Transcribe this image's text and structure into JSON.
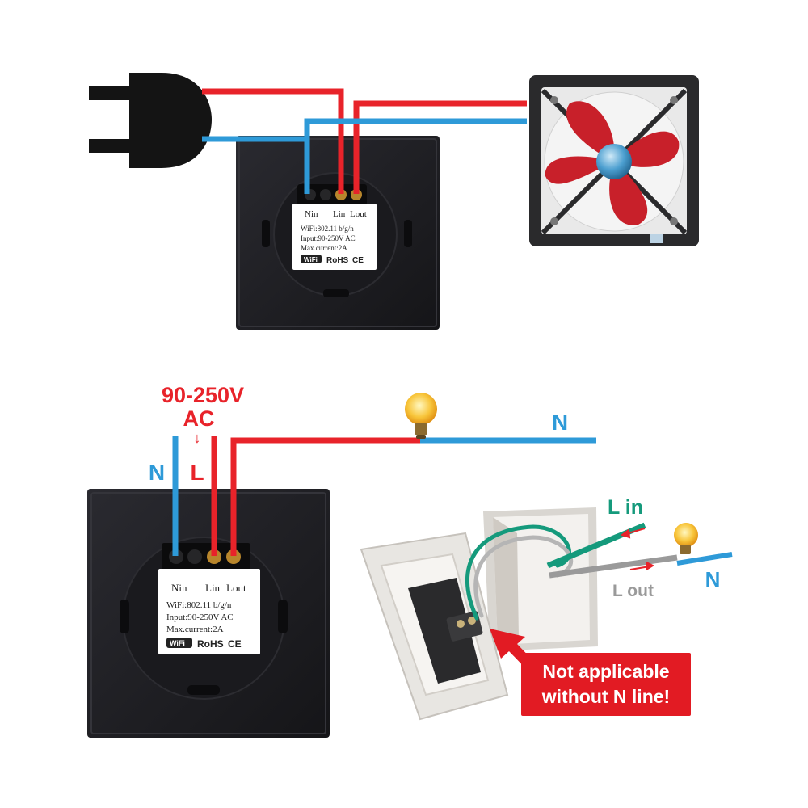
{
  "top_switch": {
    "terminals": {
      "n_in": "Nin",
      "l_in": "Lin",
      "l_out": "Lout"
    },
    "specs": {
      "wifi": "WiFi:802.11 b/g/n",
      "input": "Input:90-250V AC",
      "current": "Max.current:2A"
    },
    "badges": {
      "wifi": "WiFi",
      "rohs": "RoHS",
      "ce": "CE"
    }
  },
  "bottom_switch": {
    "terminals": {
      "n_in": "Nin",
      "l_in": "Lin",
      "l_out": "Lout"
    },
    "specs": {
      "wifi": "WiFi:802.11 b/g/n",
      "input": "Input:90-250V AC",
      "current": "Max.current:2A"
    },
    "badges": {
      "wifi": "WiFi",
      "rohs": "RoHS",
      "ce": "CE"
    }
  },
  "bottom_labels": {
    "voltage_line1": "90-250V",
    "voltage_line2": "AC",
    "arrow_down": "↓",
    "neutral": "N",
    "live": "L",
    "neutral_right": "N"
  },
  "photo_labels": {
    "l_in": "L in",
    "l_out": "L out",
    "neutral": "N",
    "warning_line1": "Not applicable",
    "warning_line2": "without N line!"
  },
  "colors": {
    "live_wire": "#e8232a",
    "neutral_wire": "#2e9ad8",
    "panel": "#1d1d21",
    "warning_bg": "#e21b23",
    "l_in_green": "#159a7c",
    "l_out_gray": "#9a9a9a"
  }
}
